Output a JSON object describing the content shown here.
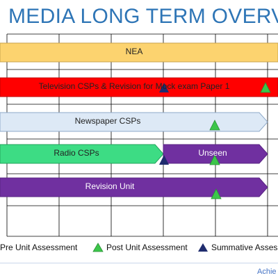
{
  "title": "MEDIA LONG TERM OVERV",
  "bars": [
    {
      "label": "NEA",
      "color": "#fcd36f",
      "stroke": "#c9a34c",
      "arrow": false
    },
    {
      "label": "Television CSPs & Revision for Mock exam Paper 1",
      "color": "#ff0000",
      "stroke": "#c00000",
      "arrow": false
    },
    {
      "label": "Newspaper CSPs",
      "color": "#dde9f6",
      "stroke": "#8ea9c9",
      "arrow": true
    },
    {
      "label": "Radio CSPs",
      "color": "#3ddc84",
      "stroke": "#22a35b",
      "arrow": true
    },
    {
      "label": "Unseen",
      "color": "#7030a0",
      "stroke": "#5a2483",
      "arrow": true
    },
    {
      "label": "Revision Unit",
      "color": "#7030a0",
      "stroke": "#5a2483",
      "arrow": true
    }
  ],
  "markers": [
    {
      "type": "summative",
      "color": "#1f2c6e"
    },
    {
      "type": "post",
      "color": "#3cc64a"
    },
    {
      "type": "post",
      "color": "#3cc64a"
    },
    {
      "type": "summative",
      "color": "#1f2c6e"
    },
    {
      "type": "post",
      "color": "#3cc64a"
    },
    {
      "type": "post",
      "color": "#3cc64a"
    }
  ],
  "legend": [
    {
      "label": "Pre Unit Assessment",
      "icon": "pre-unit-triangle-icon"
    },
    {
      "label": "Post Unit Assessment",
      "icon": "post-unit-triangle-icon",
      "color": "#3cc64a"
    },
    {
      "label": "Summative Assess",
      "icon": "summative-triangle-icon",
      "color": "#1f2c6e"
    }
  ],
  "footer": "Achie"
}
